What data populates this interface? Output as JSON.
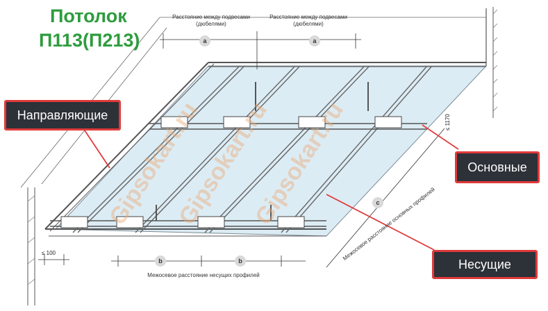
{
  "title": {
    "line1": "Потолок",
    "line2": "П113(П213)",
    "color": "#2e9c3e"
  },
  "callouts": {
    "guides": "Направляющие",
    "main": "Основные",
    "bearing": "Несущие"
  },
  "labels": {
    "hanger_distance_1": "Расстояние между подвесами (дюбелями)",
    "hanger_distance_2": "Расстояние между подвесами (дюбелями)",
    "bearing_spacing": "Межосевое расстояние несущих профилей",
    "main_spacing": "Межосевое расстояние основных профилей"
  },
  "markers": {
    "a1": "a",
    "a2": "a",
    "b1": "b",
    "b2": "b",
    "c": "c"
  },
  "dimensions": {
    "edge": "≤ 100",
    "max_span": "≤ 1170"
  },
  "watermark": "Gipsokart.ru",
  "colors": {
    "callout_bg": "#2d3138",
    "callout_border": "#e03a3a",
    "board": "#dcecf4"
  }
}
